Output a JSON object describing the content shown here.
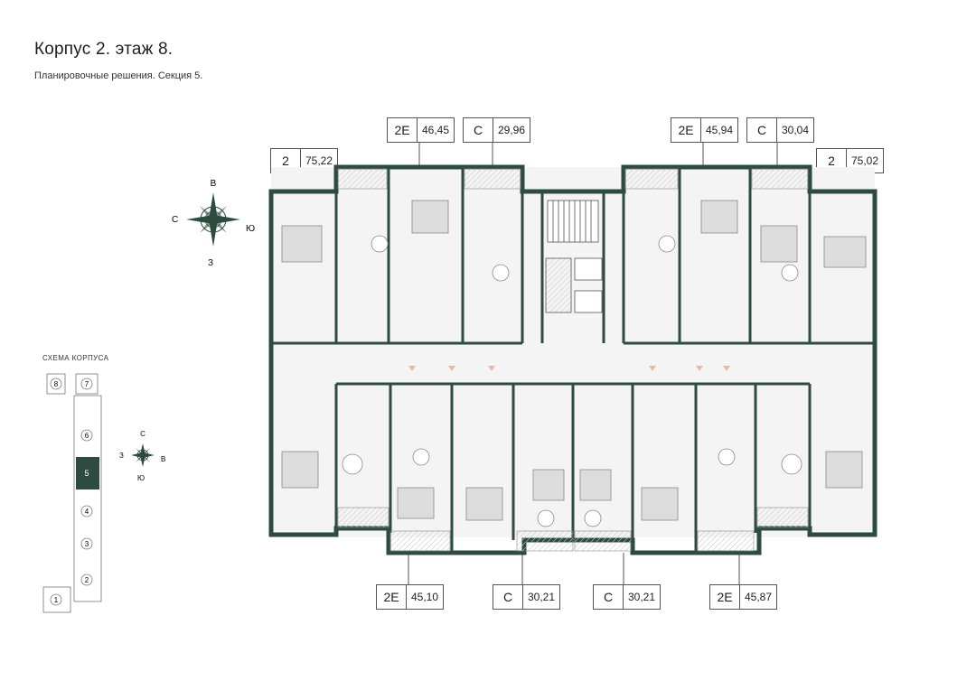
{
  "header": {
    "title": "Корпус 2. этаж 8.",
    "subtitle": "Планировочные решения. Секция 5."
  },
  "colors": {
    "wall": "#2e4b3f",
    "accent": "#2e4b3f",
    "furniture": "#9a9a9a"
  },
  "compass_main": {
    "north": "В",
    "south": "З",
    "east": "Ю",
    "west": "С"
  },
  "scheme": {
    "label": "СХЕМА КОРПУСА",
    "sections": [
      "1",
      "2",
      "3",
      "4",
      "5",
      "6",
      "7",
      "8"
    ],
    "active": "5",
    "compass": {
      "north": "С",
      "south": "Ю",
      "east": "В",
      "west": "З"
    }
  },
  "apartments": [
    {
      "type": "2",
      "area": "75,22"
    },
    {
      "type": "2Е",
      "area": "46,45"
    },
    {
      "type": "С",
      "area": "29,96"
    },
    {
      "type": "2Е",
      "area": "45,94"
    },
    {
      "type": "С",
      "area": "30,04"
    },
    {
      "type": "2",
      "area": "75,02"
    },
    {
      "type": "2Е",
      "area": "45,10"
    },
    {
      "type": "С",
      "area": "30,21"
    },
    {
      "type": "С",
      "area": "30,21"
    },
    {
      "type": "2Е",
      "area": "45,87"
    }
  ]
}
